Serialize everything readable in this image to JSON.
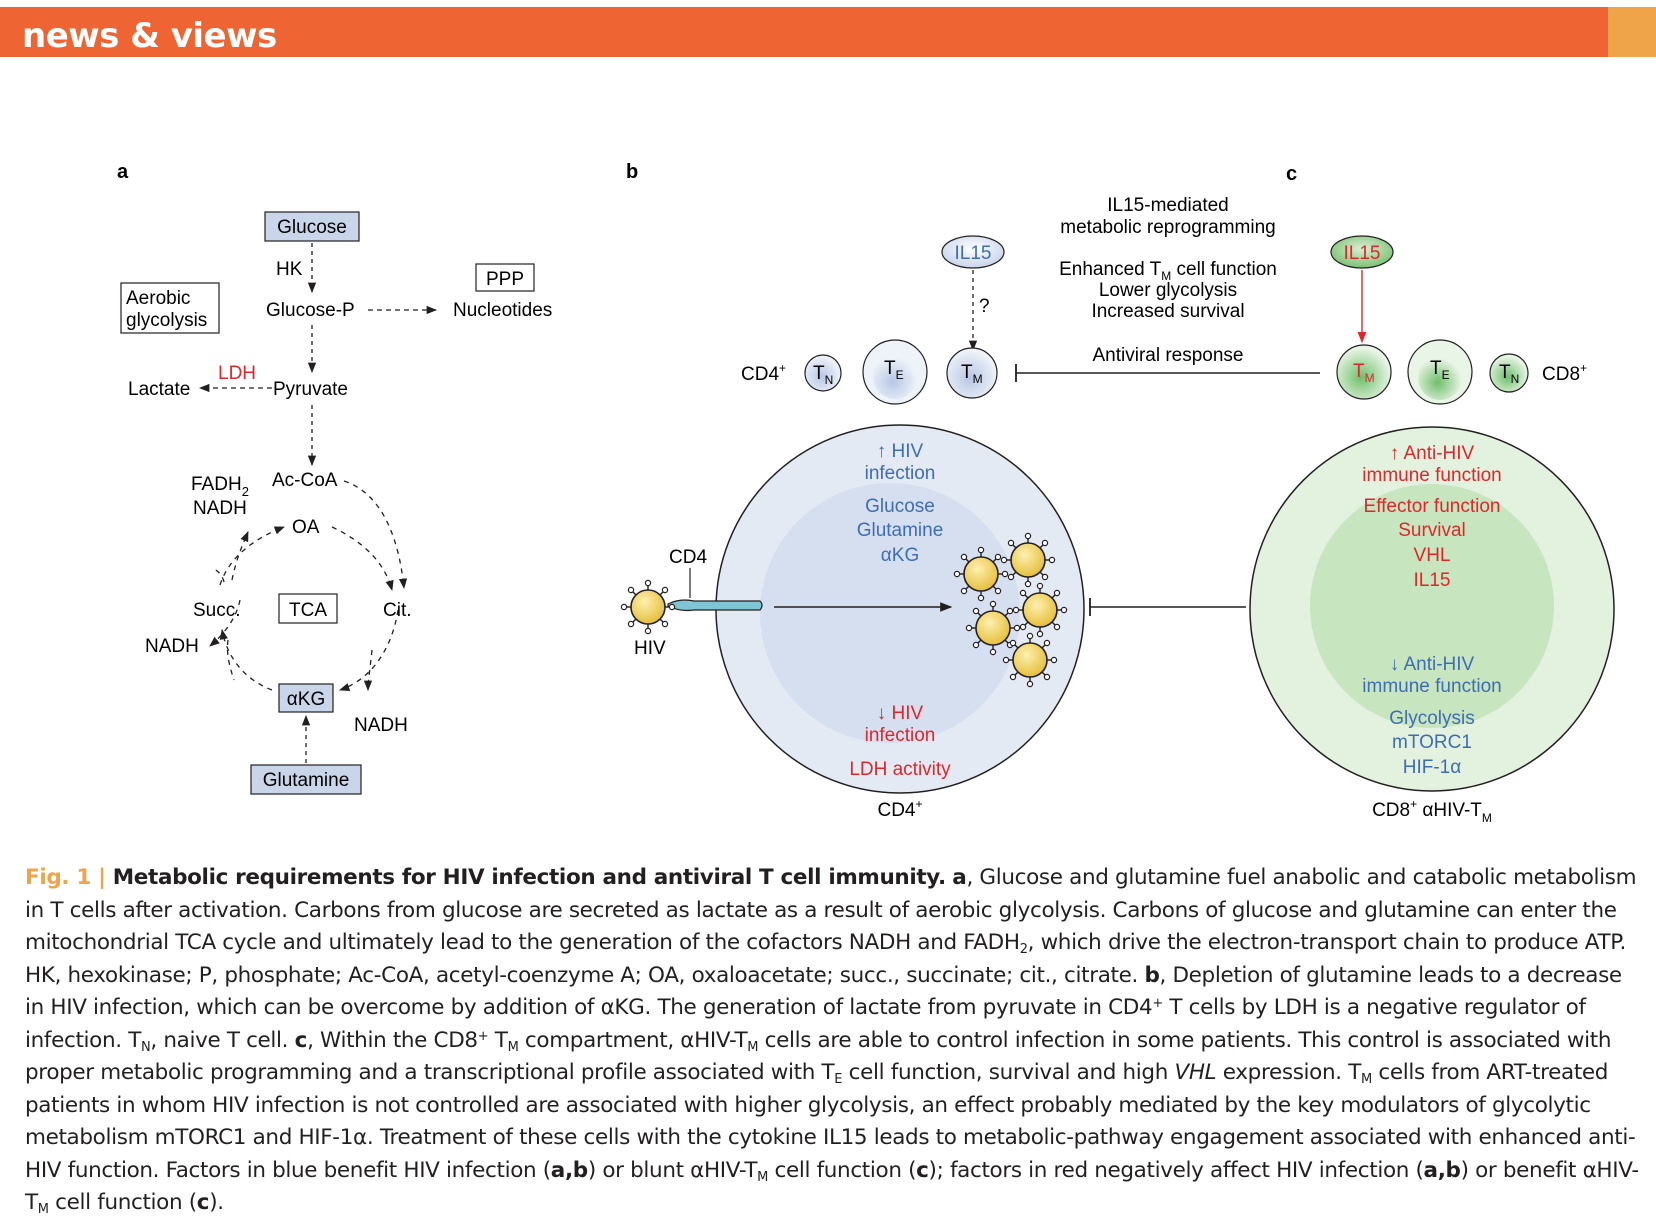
{
  "header": {
    "title": "news & views",
    "accent": "#ee6432",
    "tab_color": "#f0a44a"
  },
  "panels": {
    "a": {
      "label": "a",
      "glucose": "Glucose",
      "hk": "HK",
      "glucose_p": "Glucose-P",
      "ppp": "PPP",
      "nucleotides": "Nucleotides",
      "aerobic_1": "Aerobic",
      "aerobic_2": "glycolysis",
      "ldh": "LDH",
      "lactate": "Lactate",
      "pyruvate": "Pyruvate",
      "ac_coa": "Ac-CoA",
      "fadh2": "FADH",
      "fadh2_sub": "2",
      "nadh_top": "NADH",
      "oa": "OA",
      "succ": "Succ.",
      "tca": "TCA",
      "cit": "Cit.",
      "nadh_left": "NADH",
      "akg": "αKG",
      "nadh_right": "NADH",
      "glutamine": "Glutamine"
    },
    "b": {
      "label": "b",
      "il15": "IL15",
      "question": "?",
      "cd4_row": "CD4",
      "cd4_sup": "+",
      "tn": "T",
      "tn_sub": "N",
      "te": "T",
      "te_sub": "E",
      "tm": "T",
      "tm_sub": "M",
      "up_hiv_1": "↑ HIV",
      "up_hiv_2": "infection",
      "glucose": "Glucose",
      "glutamine": "Glutamine",
      "akg": "αKG",
      "down_hiv_1": "↓ HIV",
      "down_hiv_2": "infection",
      "ldh_activity": "LDH activity",
      "cd4_label": "CD4",
      "hiv_label": "HIV",
      "cell_label": "CD4",
      "cell_label_sup": "+"
    },
    "c": {
      "label": "c",
      "title_1": "IL15-mediated",
      "title_2": "metabolic reprogramming",
      "enh_1": "Enhanced T",
      "enh_sub": "M",
      "enh_2": " cell function",
      "lower_gly": "Lower glycolysis",
      "survival": "Increased survival",
      "antiviral": "Antiviral response",
      "il15": "IL15",
      "cd8_row": "CD8",
      "cd8_sup": "+",
      "up_anti_1": "↑ Anti-HIV",
      "up_anti_2": "immune function",
      "effector": "Effector function",
      "surv": "Survival",
      "vhl": "VHL",
      "il15_in": "IL15",
      "down_anti_1": "↓ Anti-HIV",
      "down_anti_2": "immune function",
      "glycolysis": "Glycolysis",
      "mtorc1": "mTORC1",
      "hif": "HIF-1α",
      "cell_label": "CD8",
      "cell_label_sup": "+",
      "cell_label_2": " αHIV-T",
      "cell_label_sub": "M"
    }
  },
  "colors": {
    "red": "#e0262a",
    "blue": "#3f6db3",
    "box_blue": "#c9d6ea",
    "cell_blue": "#e4eaf4",
    "cell_green": "#e3f1df",
    "hiv_yellow": "#f3d45c"
  },
  "caption": {
    "fig_label": "Fig. 1 | ",
    "title": "Metabolic requirements for HIV infection and antiviral T cell immunity.",
    "a_label": "a",
    "text_a1": ", Glucose and glutamine fuel anabolic and catabolic metabolism in T cells after activation. Carbons from glucose are secreted as lactate as a result of aerobic glycolysis. Carbons of glucose and glutamine can enter the mitochondrial TCA cycle and ultimately lead to the generation of the cofactors NADH and FADH",
    "sub_2": "2",
    "text_a2": ", which drive the electron-transport chain to produce ATP. HK, hexokinase; P, phosphate; Ac-CoA, acetyl-coenzyme A; OA, oxaloacetate; succ., succinate; cit., citrate. ",
    "b_label": "b",
    "text_b1": ", Depletion of glutamine leads to a decrease in HIV infection, which can be overcome by addition of αKG. The generation of lactate from pyruvate in CD4",
    "sup_plus": "+",
    "text_b2": " T cells by LDH is a negative regulator of infection. T",
    "sub_n": "N",
    "text_b3": ", naive T cell. ",
    "c_label": "c",
    "text_c1": ", Within the CD8",
    "text_c2": " T",
    "sub_m": "M",
    "text_c3": " compartment, αHIV-T",
    "text_c4": " cells are able to control infection in some patients. This control is associated with proper metabolic programming and a transcriptional profile associated with T",
    "sub_e": "E",
    "text_c5": " cell function, survival and high ",
    "vhl": "VHL",
    "text_c6": " expression. T",
    "text_c7": " cells from ART-treated patients in whom HIV infection is not controlled are associated with higher glycolysis, an effect probably mediated by the key modulators of glycolytic metabolism mTORC1 and HIF-1α. Treatment of these cells with the cytokine IL15 leads to metabolic-pathway engagement associated with enhanced anti-HIV function. Factors in blue benefit HIV infection (",
    "ab": "a,b",
    "text_c8": ") or blunt αHIV-T",
    "text_c9": " cell function (",
    "c_bold": "c",
    "text_c10": "); factors in red negatively affect HIV infection (",
    "text_c11": ") or benefit αHIV-T",
    "text_c12": " cell function (",
    "text_end": ")."
  }
}
